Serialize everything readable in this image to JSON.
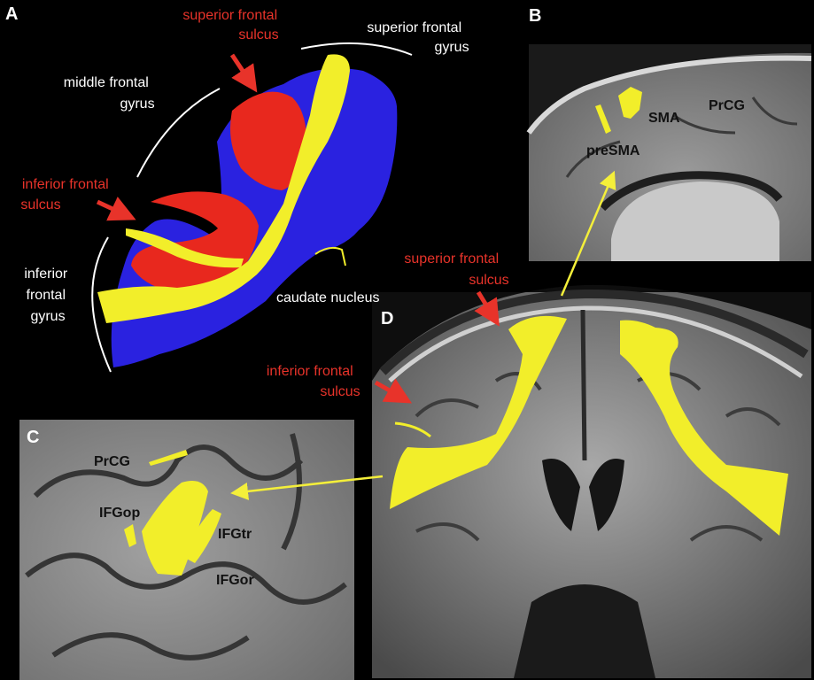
{
  "panels": {
    "a": {
      "letter": "A"
    },
    "b": {
      "letter": "B",
      "labels": {
        "presma": "preSMA",
        "sma": "SMA",
        "prcg": "PrCG"
      }
    },
    "c": {
      "letter": "C",
      "labels": {
        "prcg": "PrCG",
        "ifgop": "IFGop",
        "ifgtr": "IFGtr",
        "ifgor": "IFGor"
      }
    },
    "d": {
      "letter": "D"
    }
  },
  "annotations": {
    "a_superior_frontal_sulcus": [
      "superior frontal",
      "sulcus"
    ],
    "a_superior_frontal_gyrus": [
      "superior frontal",
      "gyrus"
    ],
    "a_middle_frontal_gyrus": [
      "middle frontal",
      "gyrus"
    ],
    "a_inferior_frontal_sulcus": [
      "inferior frontal",
      "sulcus"
    ],
    "a_inferior_frontal_gyrus": [
      "inferior",
      "frontal",
      "gyrus"
    ],
    "a_caudate_nucleus": "caudate nucleus",
    "d_superior_frontal_sulcus": [
      "superior frontal",
      "sulcus"
    ],
    "d_inferior_frontal_sulcus": [
      "inferior frontal",
      "sulcus"
    ]
  },
  "colors": {
    "tract_yellow": "#f2ee2a",
    "tract_blue": "#2a22e0",
    "tract_red": "#e8281e",
    "label_red": "#e8332a",
    "label_white": "#ffffff",
    "arrow_yellow": "#f4ef3a"
  }
}
